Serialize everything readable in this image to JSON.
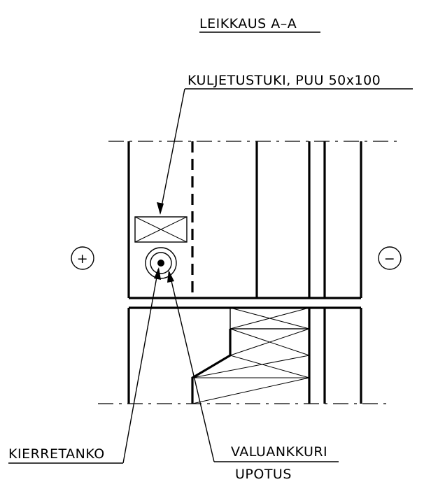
{
  "section_title": "LEIKKAUS A–A",
  "labels": {
    "support": "KULJETUSTUKI, PUU 50x100",
    "threaded_rod": "KIERRETANKO",
    "anchor": "VALUANKKURI",
    "recess": "UPOTUS"
  },
  "symbols": {
    "plus": "+",
    "minus": "−"
  }
}
